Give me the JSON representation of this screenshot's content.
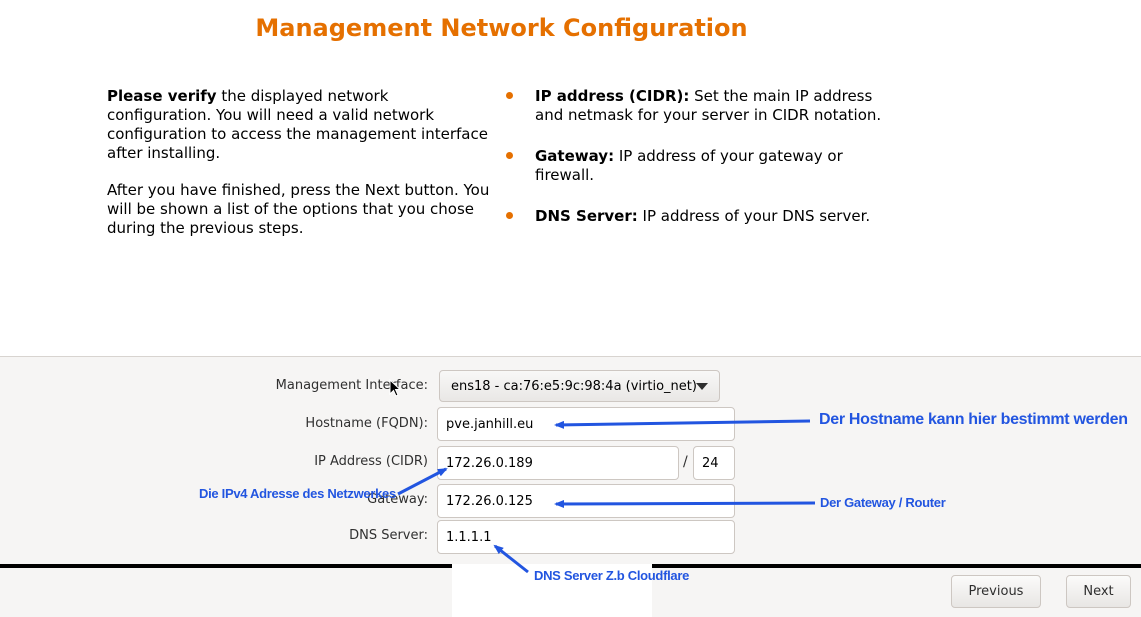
{
  "page": {
    "title": "Management Network Configuration"
  },
  "info": {
    "left_p1_bold": "Please verify",
    "left_p1_rest": " the displayed network configuration. You will need a valid network configuration to access the management interface after installing.",
    "left_p2": "After you have finished, press the Next button. You will be shown a list of the options that you chose during the previous steps.",
    "bullets": [
      {
        "term": "IP address (CIDR):",
        "desc": " Set the main IP address and netmask for your server in CIDR notation."
      },
      {
        "term": "Gateway:",
        "desc": " IP address of your gateway or firewall."
      },
      {
        "term": "DNS Server:",
        "desc": " IP address of your DNS server."
      }
    ]
  },
  "form": {
    "interface_label": "Management Interface:",
    "interface_value": "ens18 - ca:76:e5:9c:98:4a (virtio_net)",
    "hostname_label": "Hostname (FQDN):",
    "hostname_value": "pve.janhill.eu",
    "ip_label": "IP Address (CIDR)",
    "ip_value": "172.26.0.189",
    "cidr_separator": "/",
    "cidr_value": "24",
    "gateway_label": "Gateway:",
    "gateway_value": "172.26.0.125",
    "dns_label": "DNS Server:",
    "dns_value": "1.1.1.1"
  },
  "buttons": {
    "previous": "Previous",
    "next": "Next"
  },
  "annotations": {
    "hostname": "Der Hostname kann hier bestimmt werden",
    "ipv4": "Die IPv4 Adresse des Netzwerkes",
    "gateway": "Der Gateway / Router",
    "dns": "DNS Server Z.b Cloudflare"
  },
  "colors": {
    "accent": "#e57000",
    "annotation": "#2255e0"
  }
}
